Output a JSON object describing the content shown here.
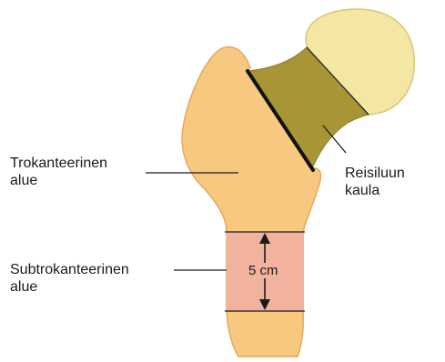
{
  "labels": {
    "trochanteric_line1": "Trokanteerinen",
    "trochanteric_line2": "alue",
    "subtrochanteric_line1": "Subtrokanteerinen",
    "subtrochanteric_line2": "alue",
    "neck_line1": "Reisiluun",
    "neck_line2": "kaula",
    "measurement": "5 cm"
  },
  "colors": {
    "bone": "#f7c880",
    "bone_outline": "#e3aa5c",
    "femoral_head": "#f4e6a3",
    "neck_region": "#a89535",
    "subtrochanteric_band": "#f2b39e",
    "lines": "#1a1a1a"
  }
}
